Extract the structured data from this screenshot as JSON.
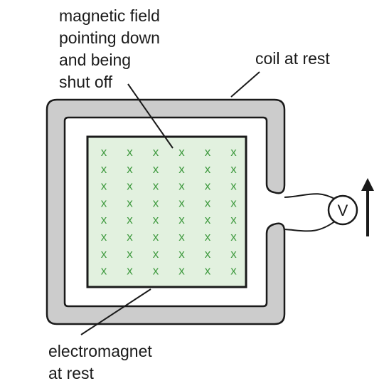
{
  "labels": {
    "field_line1": "magnetic field",
    "field_line2": "pointing down",
    "field_line3": "and being",
    "field_line4": "shut off",
    "coil_line1": "coil at rest",
    "magnet_line1": "electromagnet",
    "magnet_line2": "at rest",
    "voltmeter": "V"
  },
  "field_marks": {
    "symbol": "x",
    "rows": 8,
    "cols": 6
  },
  "colors": {
    "coil_fill": "#cccccc",
    "coil_stroke": "#1a1a1a",
    "magnet_fill": "#e2f1df",
    "field_mark": "#3f9a3f",
    "ink": "#1a1a1a"
  },
  "icons": {
    "arrow": "up-arrow-icon",
    "meter": "voltmeter-icon"
  }
}
